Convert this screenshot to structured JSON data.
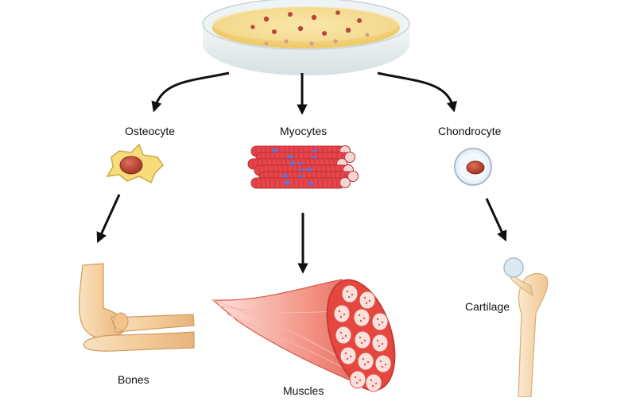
{
  "labels": {
    "osteocyte": "Osteocyte",
    "myocytes": "Myocytes",
    "chondrocyte": "Chondrocyte",
    "bones": "Bones",
    "muscles": "Muscles",
    "cartilage": "Cartilage"
  },
  "colors": {
    "arrow": "#111111",
    "dish_medium": "#f3d98a",
    "cell_dot": "#b8473a",
    "osteocyte_body": "#f7dc7a",
    "nucleus": "#b8412f",
    "myocyte_fiber": "#e8454a",
    "myocyte_nucleus": "#6a6fd0",
    "chondrocyte_body": "#e6f0f8",
    "bone": "#f6d3a6",
    "muscle": "#f08a7e",
    "cartilage_cap": "#dde9f2"
  }
}
